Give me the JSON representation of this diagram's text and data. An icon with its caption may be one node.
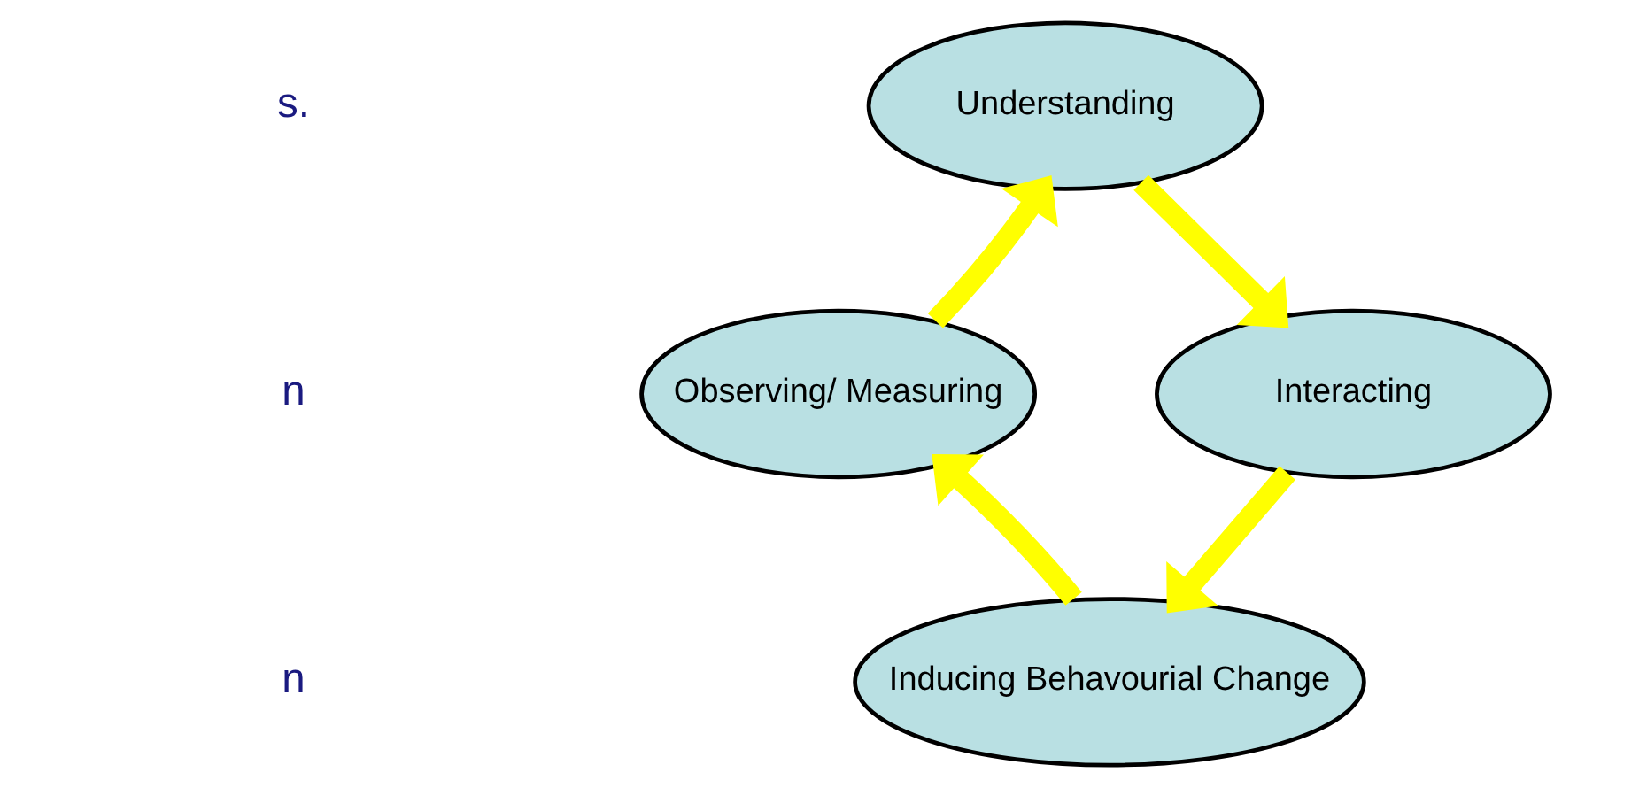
{
  "diagram": {
    "nodes": [
      {
        "text": [
          "Understanding"
        ]
      },
      {
        "text": [
          "Interacting"
        ]
      },
      {
        "text": [
          "Inducing Behavourial Change"
        ]
      },
      {
        "text": [
          "Observing/ Measuring"
        ]
      }
    ],
    "edges": [
      {
        "from": 0,
        "to": 1,
        "arrow": "to"
      },
      {
        "from": 1,
        "to": 2,
        "arrow": "to"
      },
      {
        "from": 2,
        "to": 3,
        "arrow": "to"
      },
      {
        "from": 3,
        "to": 0,
        "arrow": "to"
      }
    ],
    "labels": [
      "s.",
      "n",
      "n"
    ]
  }
}
